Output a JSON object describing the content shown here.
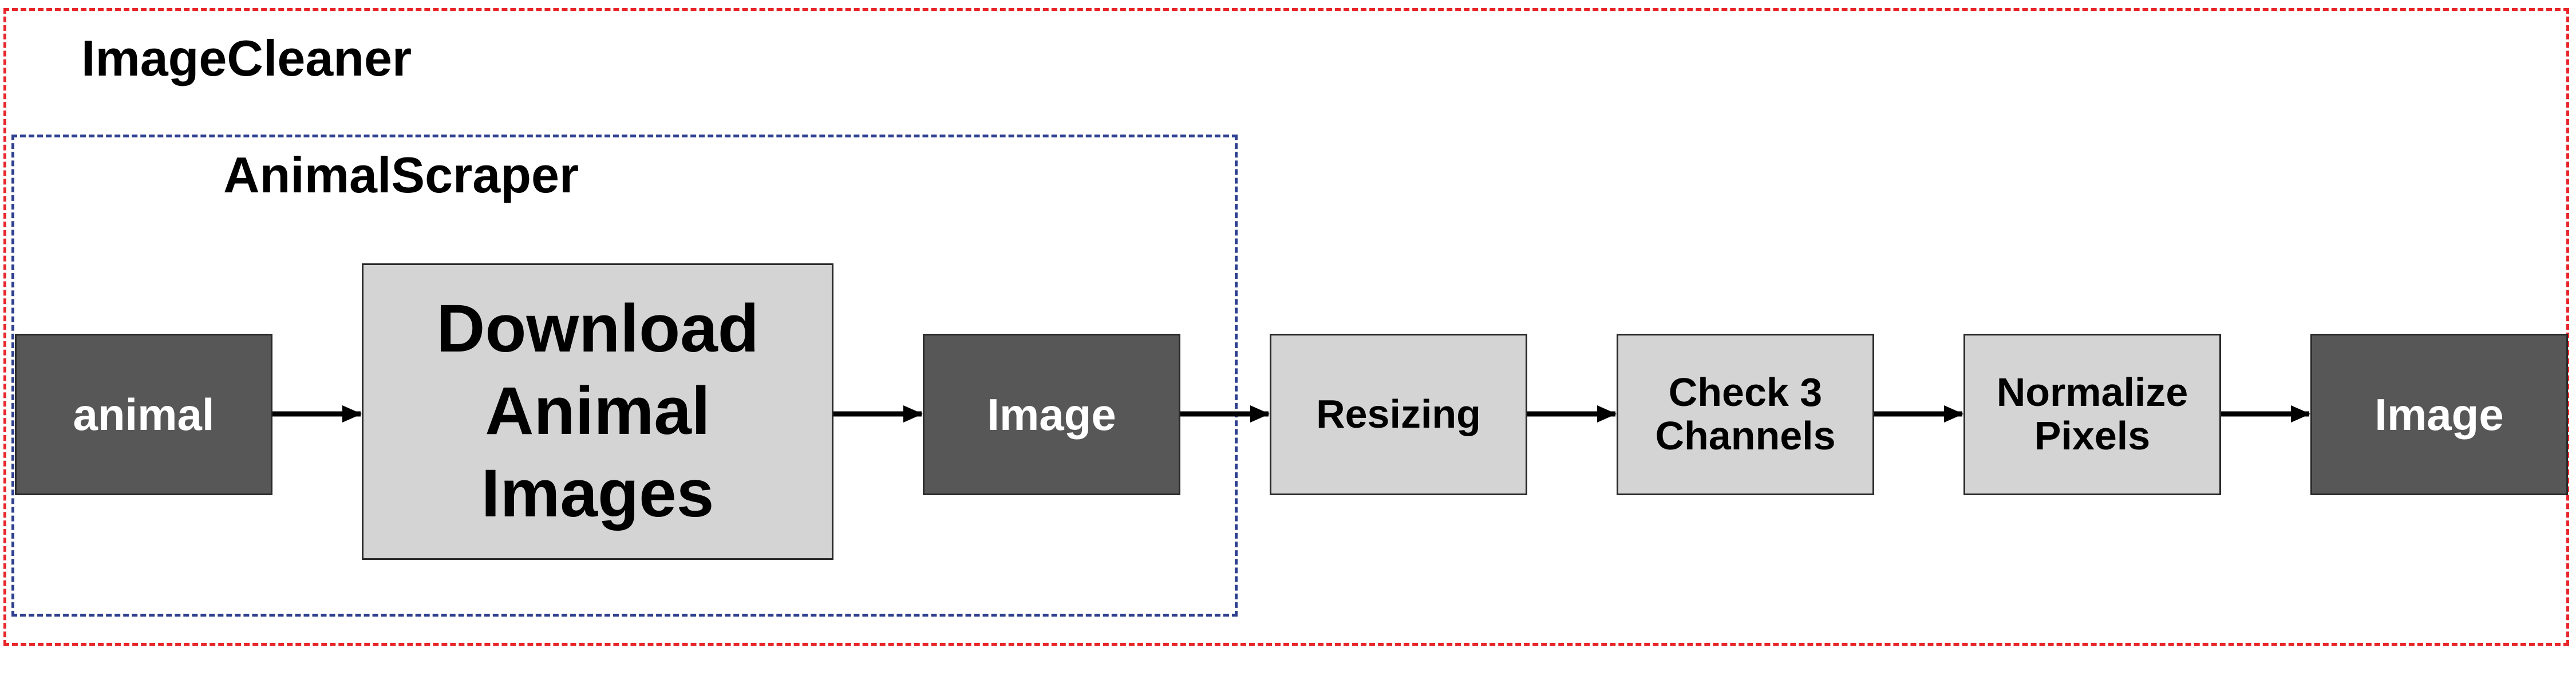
{
  "containers": {
    "outer_title": "ImageCleaner",
    "inner_title": "AnimalScraper",
    "outer_border_color": "#e8262b",
    "inner_border_color": "#2e3f8f"
  },
  "nodes": {
    "animal": "animal",
    "download": "Download\nAnimal\nImages",
    "image_scraped": "Image",
    "resizing": "Resizing",
    "check_channels": "Check 3\nChannels",
    "normalize": "Normalize\nPixels",
    "image_cleaned": "Image"
  },
  "edges": [
    {
      "from": "animal",
      "to": "download"
    },
    {
      "from": "download",
      "to": "image_scraped"
    },
    {
      "from": "image_scraped",
      "to": "resizing"
    },
    {
      "from": "resizing",
      "to": "check_channels"
    },
    {
      "from": "check_channels",
      "to": "normalize"
    },
    {
      "from": "normalize",
      "to": "image_cleaned"
    }
  ],
  "colors": {
    "data_node": "#575757",
    "process_node": "#d4d4d4"
  }
}
